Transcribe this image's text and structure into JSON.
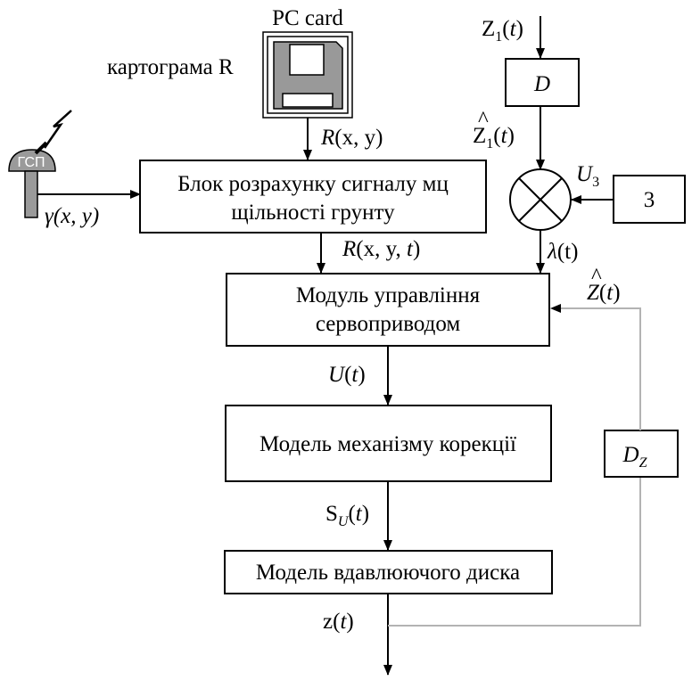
{
  "pc_card": "PC card",
  "cartogram": "картограма R",
  "gsp": "ГСП",
  "blocks": {
    "calc_line1": "Блок розрахунку сигналу мц",
    "calc_line2": "щільності грунту",
    "servo_line1": "Модуль управління",
    "servo_line2": "сервоприводом",
    "corr": "Модель механізму корекції",
    "disk": "Модель вдавлюючого диска",
    "d": "D",
    "dz_main": "D",
    "dz_sub": "Z",
    "three": "3"
  },
  "signals": {
    "r_xy": {
      "sym": "R",
      "args": "(x, y)"
    },
    "gamma": {
      "sym": "γ(x, y)"
    },
    "r_xyt": {
      "sym": "R",
      "args_a": "(x, y, ",
      "args_t": "t",
      "args_b": ")"
    },
    "u_t": {
      "sym": "U",
      "p1": "(",
      "t": "t",
      "p2": ")"
    },
    "s_u": {
      "sym": "S",
      "sub": "U",
      "p1": "(",
      "t": "t",
      "p2": ")"
    },
    "z_t": {
      "sym": "z",
      "p1": "(",
      "t": "t",
      "p2": ")"
    },
    "z1_t": {
      "sym": "Z",
      "sub": "1",
      "p1": "(",
      "t": "t",
      "p2": ")"
    },
    "z1hat": {
      "sym": "Z",
      "sub": "1",
      "p1": "(",
      "t": "t",
      "p2": ")",
      "hat": "^"
    },
    "u3": {
      "sym": "U",
      "sub": "3"
    },
    "lambda": {
      "sym": "λ",
      "args": "(t)"
    },
    "zhat": {
      "sym": "Z",
      "p1": "(",
      "t": "t",
      "p2": ")",
      "hat": "^"
    }
  }
}
